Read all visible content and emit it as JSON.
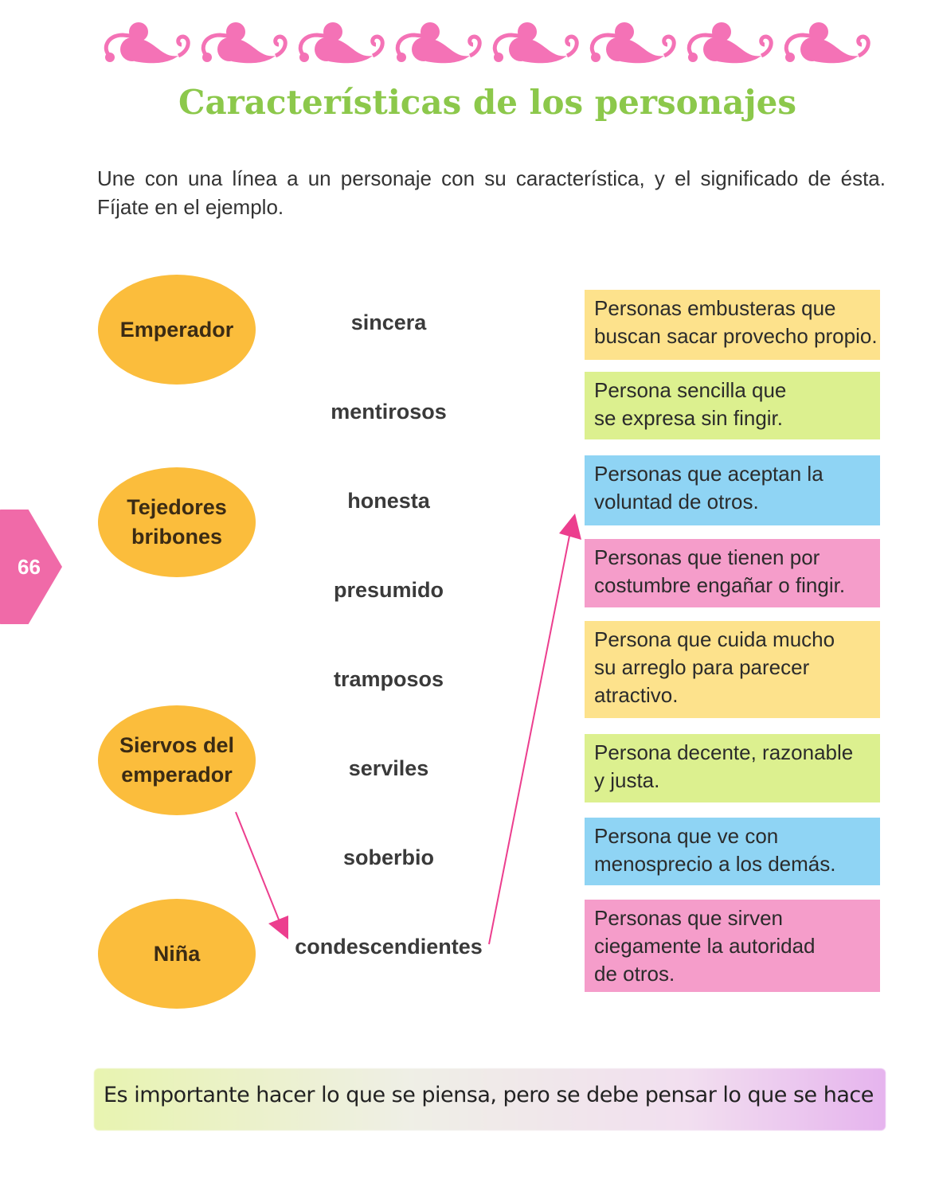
{
  "page_number": "66",
  "title": "Características de los personajes",
  "instruction": "Une con una línea a un personaje con su característica, y el significado de ésta. Fíjate en el ejemplo.",
  "characters": [
    "Emperador",
    "Tejedores bribones",
    "Siervos del emperador",
    "Niña"
  ],
  "traits": [
    "sincera",
    "mentirosos",
    "honesta",
    "presumido",
    "tramposos",
    "serviles",
    "soberbio",
    "condescendientes"
  ],
  "meanings": [
    "Personas embusteras que buscan sacar provecho propio.",
    "Persona sencilla que se expresa sin fingir.",
    "Personas que aceptan la voluntad de otros.",
    "Personas que tienen por costumbre engañar o fingir.",
    "Persona que cuida mucho su arreglo para parecer atractivo.",
    "Persona decente, razonable y justa.",
    "Persona que ve con menosprecio a los demás.",
    "Personas que sirven ciegamente la autoridad de otros."
  ],
  "footer_quote": "Es importante hacer lo que se piensa, pero se debe pensar lo que se hace",
  "colors": {
    "pink": "#f472b6",
    "green_title": "#8cc84b",
    "oval": "#fbbd3c",
    "yellow": "#fde28c",
    "green": "#dcf08f",
    "blue": "#8fd4f4",
    "pinkbox": "#f59dca",
    "arrow": "#ec3e8e"
  }
}
